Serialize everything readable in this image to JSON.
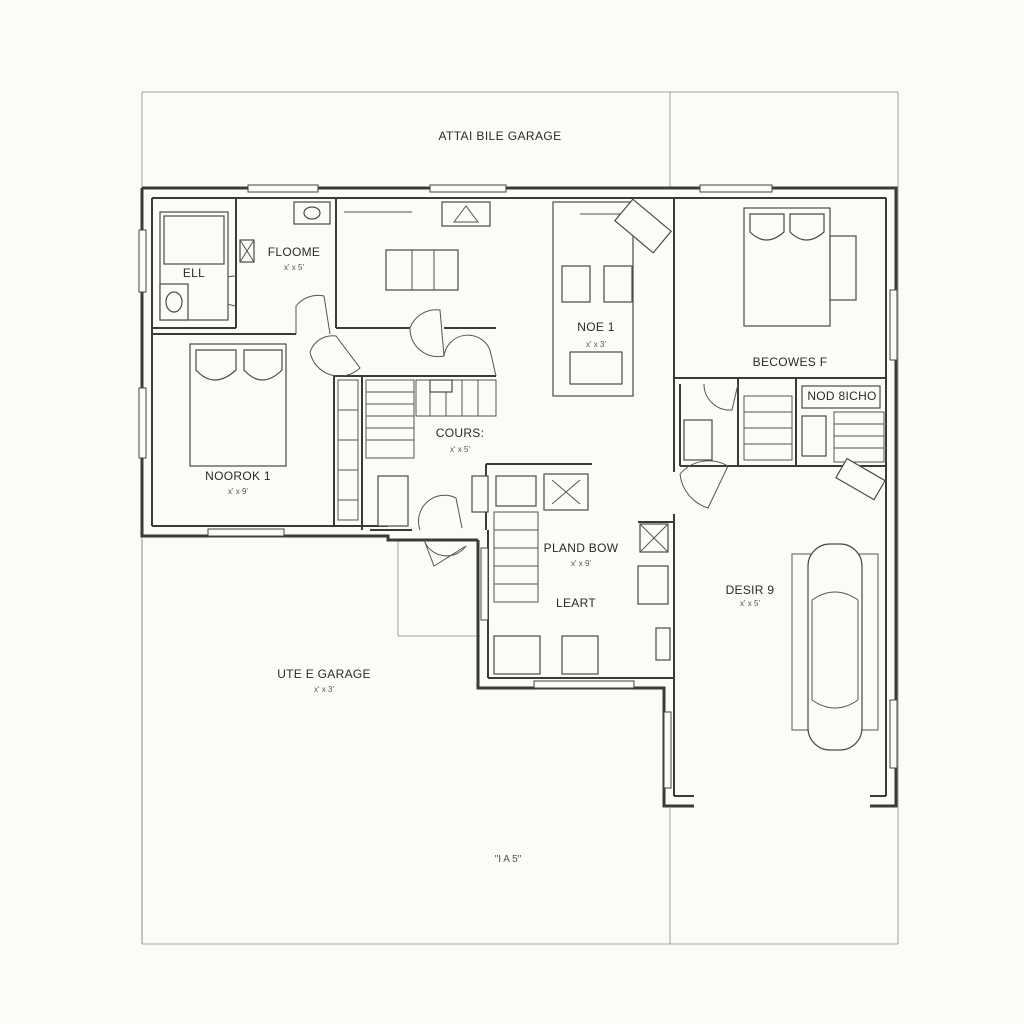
{
  "plan": {
    "title_top": "ATTAI BILE GARAGE",
    "rooms": [
      {
        "id": "ell",
        "label": "ELL",
        "dim": ""
      },
      {
        "id": "floome",
        "label": "FLOOME",
        "dim": "x' x 5'"
      },
      {
        "id": "noe1",
        "label": "NOE 1",
        "dim": "x' x 3'"
      },
      {
        "id": "becowes",
        "label": "BECOWES F",
        "dim": ""
      },
      {
        "id": "nod",
        "label": "NOD 8ICHO",
        "dim": ""
      },
      {
        "id": "noorok",
        "label": "NOOROK 1",
        "dim": "x' x 9'"
      },
      {
        "id": "cours",
        "label": "COURS:",
        "dim": "x' x 5'"
      },
      {
        "id": "planbow",
        "label": "PLAND BOW",
        "dim": "x' x 9'"
      },
      {
        "id": "leart",
        "label": "LEART",
        "dim": ""
      },
      {
        "id": "desir",
        "label": "DESIR 9",
        "dim": "x' x 5'"
      },
      {
        "id": "utegar",
        "label": "UTE E GARAGE",
        "dim": "x' x 3'"
      }
    ],
    "bottom_dim": "\"I A 5\""
  }
}
